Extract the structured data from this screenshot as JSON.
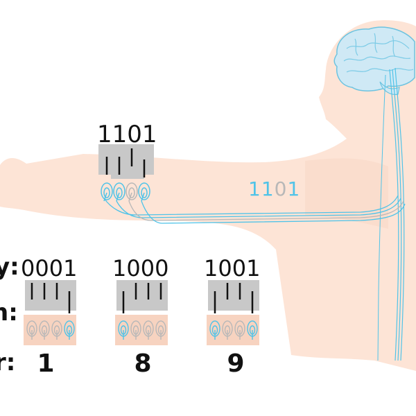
{
  "arm_code": "1101",
  "nerve_code": {
    "d1": "1",
    "d2": "1",
    "d3": "0",
    "d4": "1"
  },
  "row_labels": {
    "top": "y:",
    "middle": "n:",
    "bottom": "r:"
  },
  "examples": [
    {
      "code": "0001",
      "number": "1"
    },
    {
      "code": "1000",
      "number": "8"
    },
    {
      "code": "1001",
      "number": "9"
    }
  ],
  "colors": {
    "skin": "#fde4d6",
    "skin_dark": "#f7d3c0",
    "nerve": "#4fc3e8",
    "brain": "#cfe9f5",
    "inactive": "#b8b8b8",
    "panel": "#c8c8c8"
  }
}
